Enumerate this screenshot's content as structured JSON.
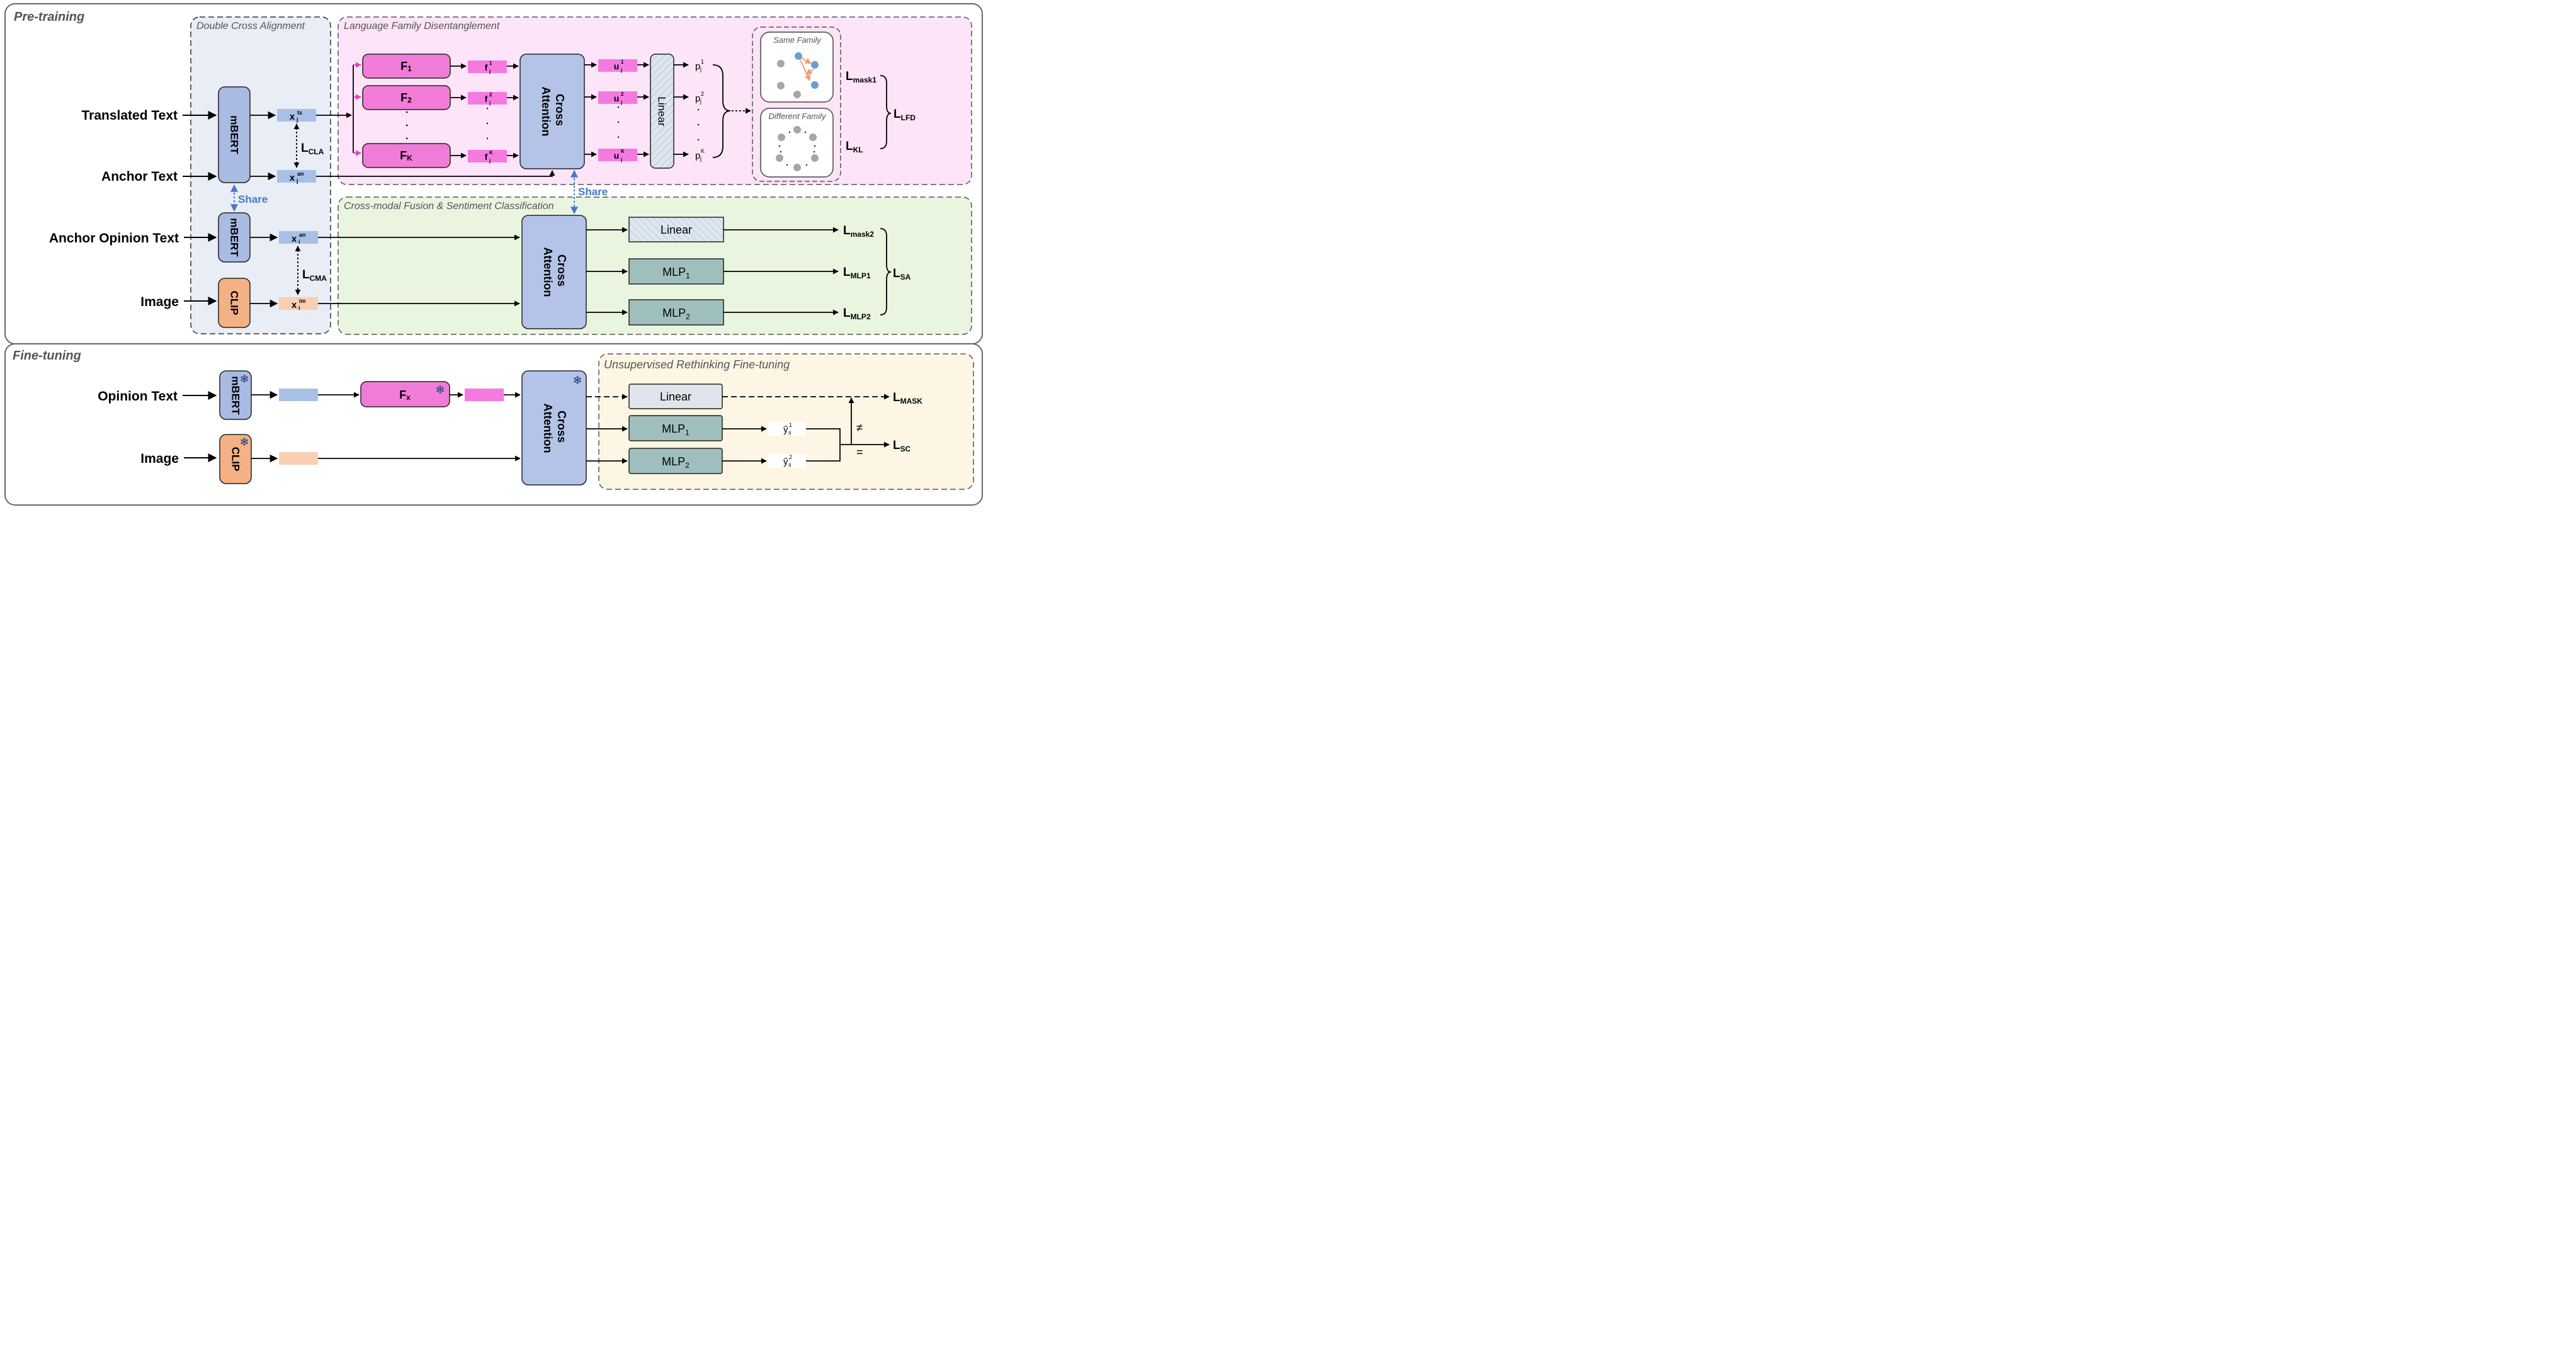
{
  "sections": {
    "pretraining": "Pre-training",
    "finetuning": "Fine-tuning"
  },
  "regions": {
    "dca": "Double Cross Alignment",
    "lfd": "Language Family Disentanglement",
    "cmf": "Cross-modal Fusion & Sentiment Classification",
    "urf": "Unsupervised Rethinking Fine-tuning",
    "same_family": "Same Family",
    "different_family": "Different Family"
  },
  "inputs": {
    "translated_text": "Translated Text",
    "anchor_text": "Anchor Text",
    "anchor_opinion_text": "Anchor Opinion Text",
    "image": "Image",
    "opinion_text": "Opinion Text",
    "ft_image": "Image"
  },
  "encoders": {
    "mbert": "mBERT",
    "clip": "CLIP"
  },
  "features": {
    "x": "x",
    "j": "j",
    "i": "i",
    "ts": "ts",
    "an": "an",
    "im": "im"
  },
  "experts": {
    "f_letter": "F",
    "subs": [
      "1",
      "2",
      "K"
    ],
    "fx": "F",
    "fx_sub": "x",
    "feat_f": "f",
    "feat_u": "u",
    "feat_p": "p",
    "ellipsis": ". . ."
  },
  "modules": {
    "cross_attention_line1": "Cross",
    "cross_attention_line2": "Attention",
    "linear": "Linear",
    "mlp": "MLP",
    "mlp1_sub": "1",
    "mlp2_sub": "2",
    "share": "Share"
  },
  "losses": {
    "L": "L",
    "cla": "CLA",
    "cma": "CMA",
    "mask1": "mask1",
    "kl": "KL",
    "lfd": "LFD",
    "mask2": "mask2",
    "mlp1": "MLP1",
    "mlp2": "MLP2",
    "sa": "SA",
    "mask": "MASK",
    "sc": "SC"
  },
  "outputs": {
    "y_hat": "ŷ",
    "s": "s",
    "sup1": "1",
    "sup2": "2",
    "neq": "≠",
    "eq": "="
  },
  "colors": {
    "mbert_fill": "#a9bbe3",
    "clip_fill": "#f4b183",
    "expert_fill": "#f07cd8",
    "feature_pink": "#f57ae0",
    "ca_fill": "#b4c4e8",
    "mlp_fill": "#9fbfbc",
    "linear_fill": "#dfe6f0",
    "dca_bg": "#e8edf6",
    "lfd_bg": "#fde4f8",
    "cmf_bg": "#eaf5e0",
    "urf_bg": "#fdf6e4"
  }
}
